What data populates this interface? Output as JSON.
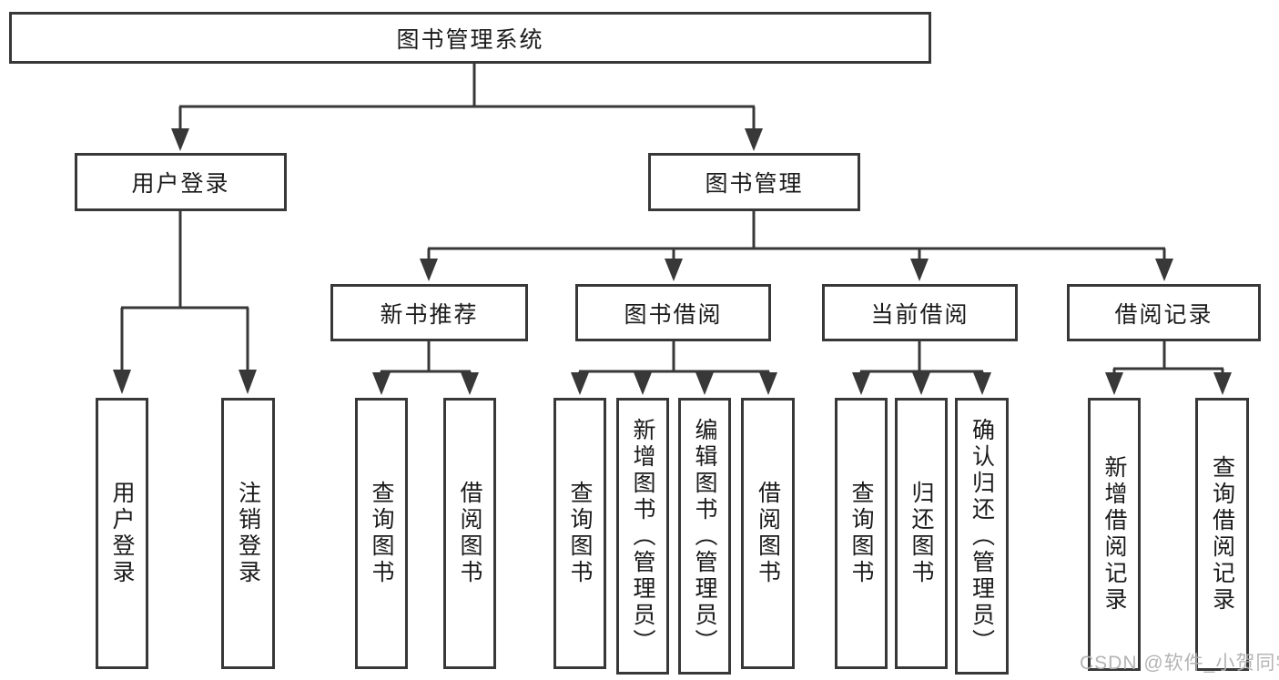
{
  "tree": {
    "root": "图书管理系统",
    "level2": [
      "用户登录",
      "图书管理"
    ],
    "level3": [
      "新书推荐",
      "图书借阅",
      "当前借阅",
      "借阅记录"
    ],
    "leaves": [
      "用户登录",
      "注销登录",
      "查询图书",
      "借阅图书",
      "查询图书",
      "新增图书（管理员）",
      "编辑图书（管理员）",
      "借阅图书",
      "查询图书",
      "归还图书",
      "确认归还（管理员）",
      "新增借阅记录",
      "查询借阅记录"
    ]
  },
  "hierarchy": {
    "图书管理系统": [
      "用户登录",
      "图书管理"
    ],
    "用户登录": [
      "用户登录",
      "注销登录"
    ],
    "图书管理": [
      "新书推荐",
      "图书借阅",
      "当前借阅",
      "借阅记录"
    ],
    "新书推荐": [
      "查询图书",
      "借阅图书"
    ],
    "图书借阅": [
      "查询图书",
      "新增图书（管理员）",
      "编辑图书（管理员）",
      "借阅图书"
    ],
    "当前借阅": [
      "查询图书",
      "归还图书",
      "确认归还（管理员）"
    ],
    "借阅记录": [
      "新增借阅记录",
      "查询借阅记录"
    ]
  },
  "watermark": "CSDN @软件_小贺同学",
  "colors": {
    "line": "#383838",
    "text": "#1a1a1a",
    "watermark": "#b0b0b0",
    "background": "#ffffff"
  }
}
